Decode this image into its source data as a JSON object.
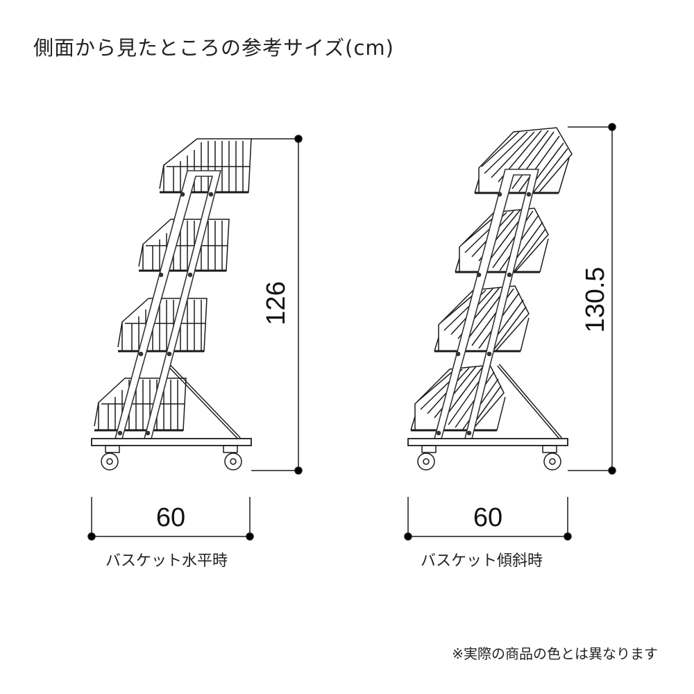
{
  "title": "側面から見たところの参考サイズ(cm)",
  "left_figure": {
    "height_value": "126",
    "width_value": "60",
    "caption": "バスケット水平時"
  },
  "right_figure": {
    "height_value": "130.5",
    "width_value": "60",
    "caption": "バスケット傾斜時"
  },
  "footnote": "※実際の商品の色とは異なります",
  "colors": {
    "line": "#1a1a1a",
    "frame": "#333333",
    "background": "#ffffff"
  }
}
